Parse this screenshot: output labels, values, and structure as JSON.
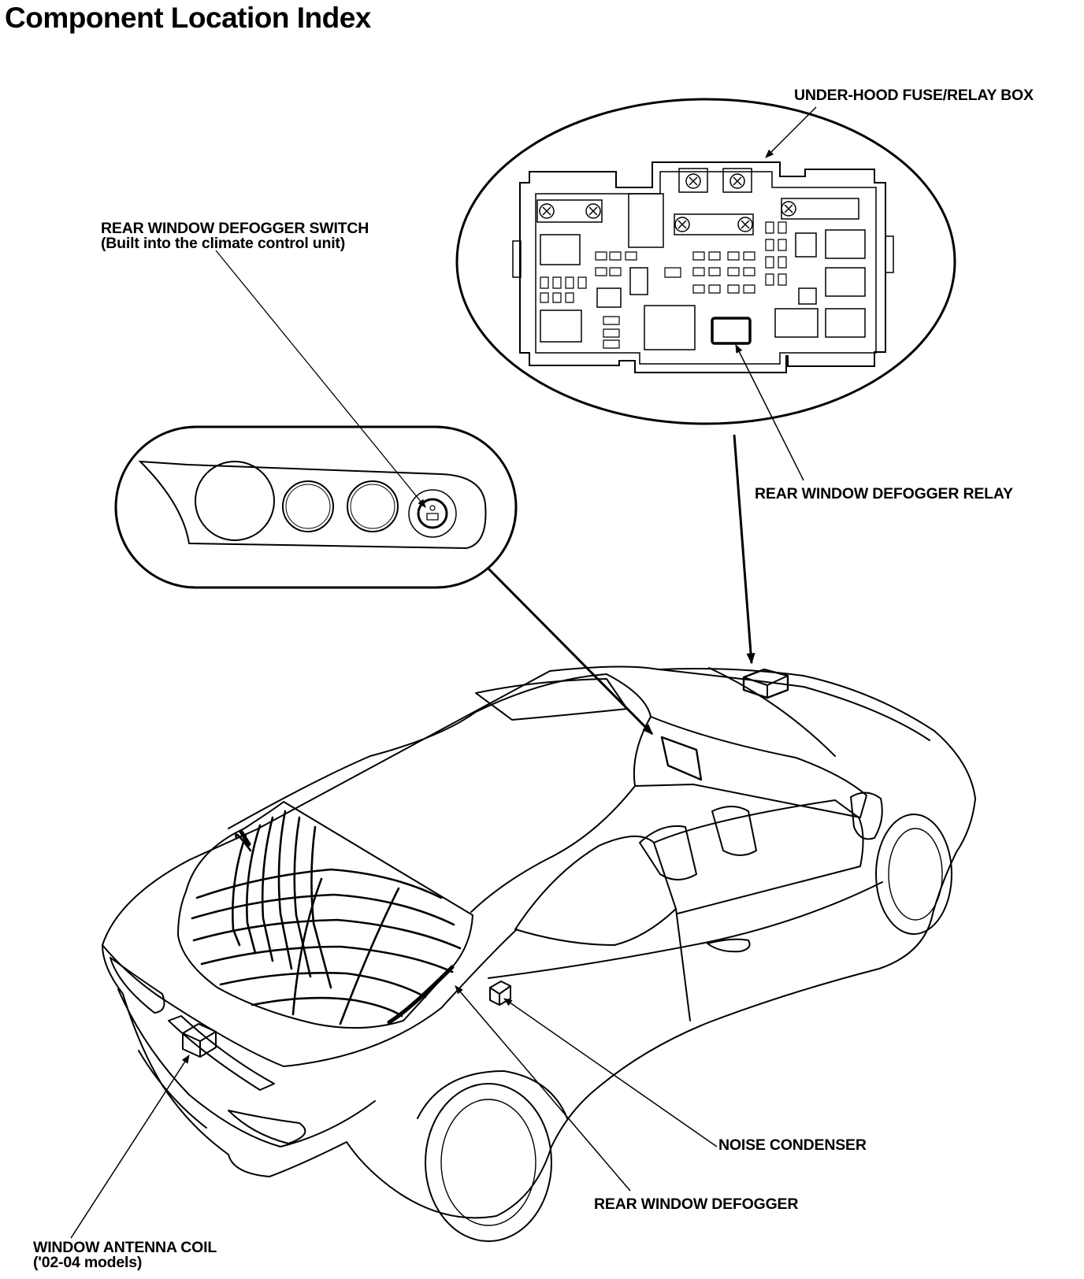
{
  "page": {
    "title": "Component Location Index"
  },
  "callouts": {
    "fuse_box": "UNDER-HOOD FUSE/RELAY BOX",
    "switch_line1": "REAR WINDOW DEFOGGER SWITCH",
    "switch_line2": "(Built into the climate control unit)",
    "relay": "REAR WINDOW DEFOGGER RELAY",
    "noise_condenser": "NOISE CONDENSER",
    "defogger": "REAR WINDOW DEFOGGER",
    "antenna_line1": "WINDOW ANTENNA COIL",
    "antenna_line2": "('02-04 models)"
  }
}
